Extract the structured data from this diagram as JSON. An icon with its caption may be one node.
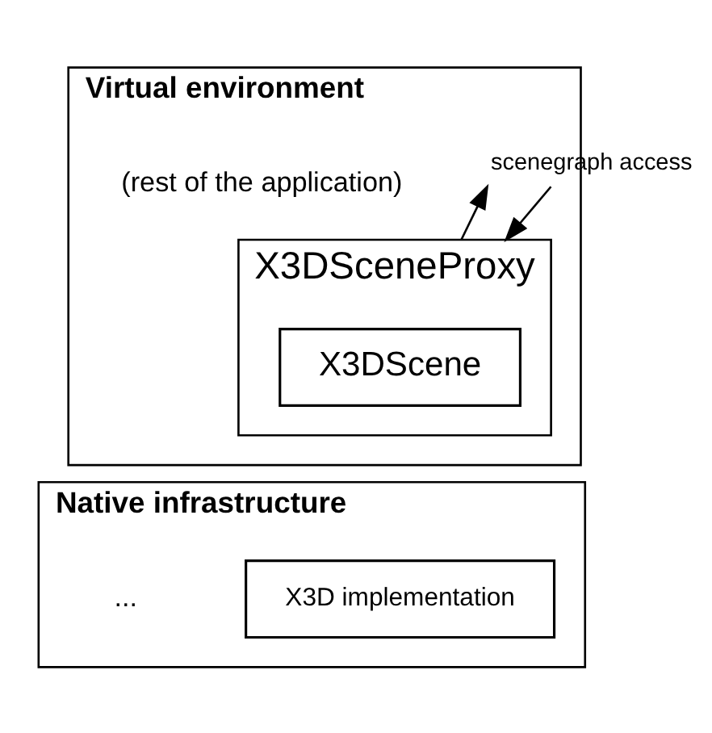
{
  "diagram": {
    "nodes": [
      {
        "text": [
          "Virtual environment"
        ]
      },
      {
        "text": [
          "X3DSceneProxy"
        ],
        "in": 0
      },
      {
        "text": [
          "X3DScene"
        ],
        "in": 1
      },
      {
        "text": [
          "Native infrastructure"
        ]
      },
      {
        "text": [
          "X3D implementation"
        ],
        "in": 3
      }
    ],
    "edges": [
      {
        "from": null,
        "to": 1,
        "arrow": "to",
        "label": "scenegraph access"
      },
      {
        "from": 1,
        "to": null,
        "arrow": "to"
      }
    ],
    "labels": [
      "(rest of the application)",
      "..."
    ]
  }
}
